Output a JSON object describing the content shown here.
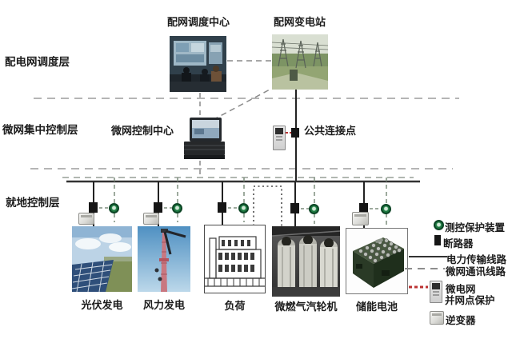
{
  "layers": {
    "dispatch": "配电网调度层",
    "central": "微网集中控制层",
    "local": "就地控制层"
  },
  "nodes": {
    "dispatch_center": "配网调度中心",
    "substation": "配网变电站",
    "control_center": "微网控制中心",
    "pcc": "公共连接点"
  },
  "units": [
    {
      "id": "pv",
      "label": "光伏发电"
    },
    {
      "id": "wind",
      "label": "风力发电"
    },
    {
      "id": "load",
      "label": "负荷"
    },
    {
      "id": "turbine",
      "label": "微燃气汽轮机"
    },
    {
      "id": "battery",
      "label": "储能电池"
    }
  ],
  "legend": [
    {
      "icon": "measure-protect-device-icon",
      "label": "测控保护装置"
    },
    {
      "icon": "breaker-icon",
      "label": "断路器"
    },
    {
      "icon": "power-line-icon",
      "label": "电力传输线路"
    },
    {
      "icon": "comm-line-icon",
      "label": "微网通讯线路"
    },
    {
      "icon": "pcc-protection-icon",
      "label": "微电网",
      "label2": "并网点保护"
    },
    {
      "icon": "inverter-icon",
      "label": "逆变器"
    }
  ],
  "colors": {
    "power_line": "#333333",
    "comm_line": "#999999",
    "divider": "#b5b5b5",
    "device_green": "#1d7a41",
    "breaker_black": "#161616",
    "protection_red": "#bb3333"
  }
}
